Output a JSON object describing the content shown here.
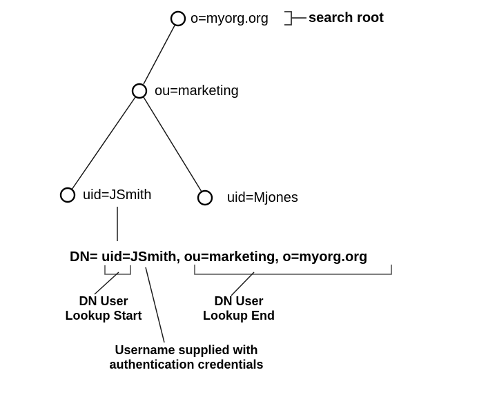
{
  "diagram": {
    "title": "ldap-directory-tree",
    "nodes": {
      "root_label": "o=myorg.org",
      "ou_label": "ou=marketing",
      "user1_label": "uid=JSmith",
      "user2_label": "uid=Mjones"
    },
    "annotations": {
      "search_root": "search root",
      "dn_line": "DN= uid=JSmith, ou=marketing, o=myorg.org",
      "lookup_start_line1": "DN User",
      "lookup_start_line2": "Lookup Start",
      "lookup_end_line1": "DN User",
      "lookup_end_line2": "Lookup End",
      "username_note_line1": "Username supplied with",
      "username_note_line2": "authentication credentials"
    },
    "colors": {
      "background": "#ffffff",
      "text": "#000000",
      "tree_line": "#000000",
      "bracket": "#555555",
      "pointer_line": "#1a1a1a"
    }
  }
}
